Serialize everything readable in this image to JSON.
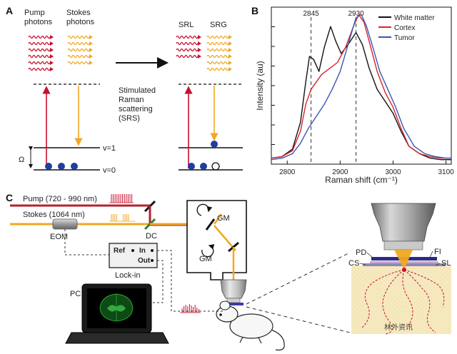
{
  "panel_a": {
    "label": "A",
    "pump": "Pump photons",
    "stokes": "Stokes photons",
    "srl": "SRL",
    "srg": "SRG",
    "process": [
      "Stimulated",
      "Raman",
      "scattering",
      "(SRS)"
    ],
    "omega": "Ω",
    "level_v1": "v=1",
    "level_v0": "v=0",
    "colors": {
      "pump": "#c8102e",
      "stokes": "#f0a823",
      "population": "#1f3f9e"
    }
  },
  "panel_b": {
    "label": "B"
  },
  "panel_c": {
    "label": "C",
    "pump_label": "Pump (720 - 990 nm)",
    "stokes_label": "Stokes (1064 nm)",
    "eom": "EOM",
    "dc": "DC",
    "gm1": "GM",
    "gm2": "GM",
    "lockin_ref": "Ref",
    "lockin_in": "In",
    "lockin_out": "Out",
    "lockin": "Lock-in",
    "pc": "PC",
    "pd": "PD",
    "fi": "FI",
    "cs": "CS",
    "sl": "SL",
    "watermark": "林外资讯"
  },
  "chart_data": {
    "type": "line",
    "xlabel": "Raman shift (cm⁻¹)",
    "ylabel": "Intensity (au)",
    "xlim": [
      2770,
      3110
    ],
    "ylim": [
      0,
      1.05
    ],
    "x_ticks": [
      2800,
      2900,
      3000,
      3100
    ],
    "annotations": [
      {
        "x": 2845,
        "text": "2845"
      },
      {
        "x": 2930,
        "text": "2930"
      }
    ],
    "legend_position": "top-right",
    "series": [
      {
        "name": "White matter",
        "color": "#111111",
        "points": [
          [
            2770,
            0.04
          ],
          [
            2790,
            0.05
          ],
          [
            2810,
            0.1
          ],
          [
            2825,
            0.28
          ],
          [
            2835,
            0.55
          ],
          [
            2842,
            0.72
          ],
          [
            2850,
            0.7
          ],
          [
            2860,
            0.62
          ],
          [
            2870,
            0.78
          ],
          [
            2882,
            0.92
          ],
          [
            2892,
            0.82
          ],
          [
            2902,
            0.74
          ],
          [
            2915,
            0.8
          ],
          [
            2930,
            0.88
          ],
          [
            2942,
            0.8
          ],
          [
            2955,
            0.64
          ],
          [
            2970,
            0.5
          ],
          [
            2985,
            0.42
          ],
          [
            3000,
            0.34
          ],
          [
            3015,
            0.22
          ],
          [
            3030,
            0.12
          ],
          [
            3050,
            0.07
          ],
          [
            3070,
            0.04
          ],
          [
            3090,
            0.03
          ],
          [
            3110,
            0.03
          ]
        ]
      },
      {
        "name": "Cortex",
        "color": "#d6242b",
        "points": [
          [
            2770,
            0.04
          ],
          [
            2790,
            0.05
          ],
          [
            2810,
            0.09
          ],
          [
            2825,
            0.22
          ],
          [
            2835,
            0.4
          ],
          [
            2845,
            0.5
          ],
          [
            2855,
            0.55
          ],
          [
            2865,
            0.6
          ],
          [
            2880,
            0.64
          ],
          [
            2895,
            0.68
          ],
          [
            2910,
            0.78
          ],
          [
            2925,
            0.92
          ],
          [
            2935,
            1.0
          ],
          [
            2945,
            0.95
          ],
          [
            2955,
            0.82
          ],
          [
            2970,
            0.62
          ],
          [
            2985,
            0.48
          ],
          [
            3000,
            0.38
          ],
          [
            3015,
            0.24
          ],
          [
            3030,
            0.12
          ],
          [
            3050,
            0.07
          ],
          [
            3070,
            0.05
          ],
          [
            3090,
            0.04
          ],
          [
            3110,
            0.04
          ]
        ]
      },
      {
        "name": "Tumor",
        "color": "#3a57b0",
        "points": [
          [
            2770,
            0.03
          ],
          [
            2790,
            0.04
          ],
          [
            2810,
            0.07
          ],
          [
            2825,
            0.14
          ],
          [
            2840,
            0.24
          ],
          [
            2855,
            0.32
          ],
          [
            2870,
            0.4
          ],
          [
            2885,
            0.5
          ],
          [
            2900,
            0.62
          ],
          [
            2915,
            0.8
          ],
          [
            2930,
            0.98
          ],
          [
            2940,
            1.0
          ],
          [
            2950,
            0.92
          ],
          [
            2962,
            0.78
          ],
          [
            2975,
            0.62
          ],
          [
            2990,
            0.5
          ],
          [
            3005,
            0.38
          ],
          [
            3020,
            0.24
          ],
          [
            3040,
            0.12
          ],
          [
            3060,
            0.07
          ],
          [
            3080,
            0.05
          ],
          [
            3100,
            0.04
          ],
          [
            3110,
            0.04
          ]
        ]
      }
    ]
  }
}
